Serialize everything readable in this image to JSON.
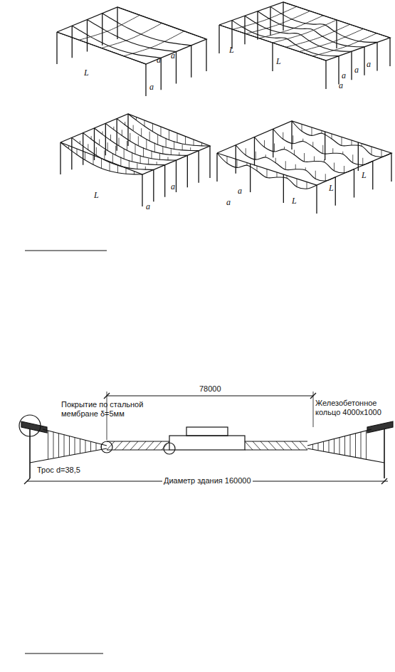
{
  "diagram": {
    "labels": [
      "L",
      "a",
      "a",
      "a",
      "L",
      "L",
      "a",
      "a",
      "a",
      "a",
      "L",
      "a",
      "a",
      "a",
      "a",
      "L",
      "L",
      "L",
      "78000",
      "Покрытие по стальной мембране δ=5мм",
      "Железобетонное кольцо 4000х1000",
      "Трос d=38,5",
      "Диаметр здания 160000"
    ]
  }
}
